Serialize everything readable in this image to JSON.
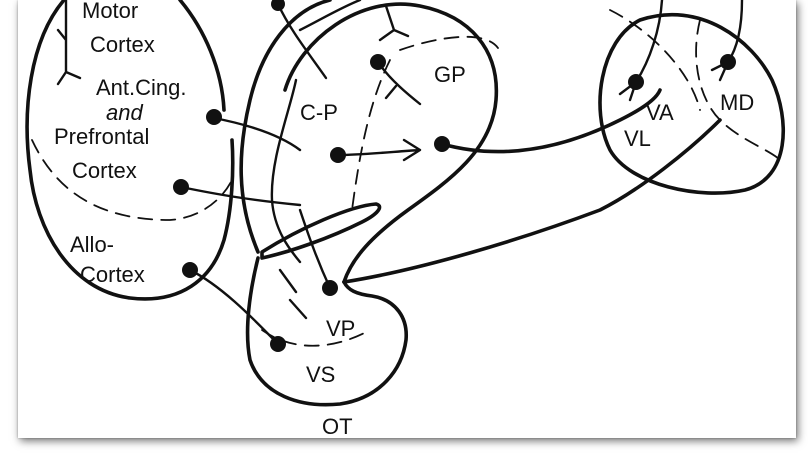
{
  "diagram": {
    "labels": {
      "motor_line1": "Motor",
      "motor_line2": "Cortex",
      "antcing_line1": "Ant.Cing.",
      "antcing_line2": "and",
      "antcing_line3": "Prefrontal",
      "antcing_line4": "Cortex",
      "allo_line1": "Allo-",
      "allo_line2": "Cortex",
      "cp": "C-P",
      "gp": "GP",
      "vp": "VP",
      "vs": "VS",
      "ot": "OT",
      "va": "VA",
      "vl": "VL",
      "md": "MD"
    },
    "colors": {
      "ink": "#111111",
      "background": "#ffffff"
    }
  }
}
